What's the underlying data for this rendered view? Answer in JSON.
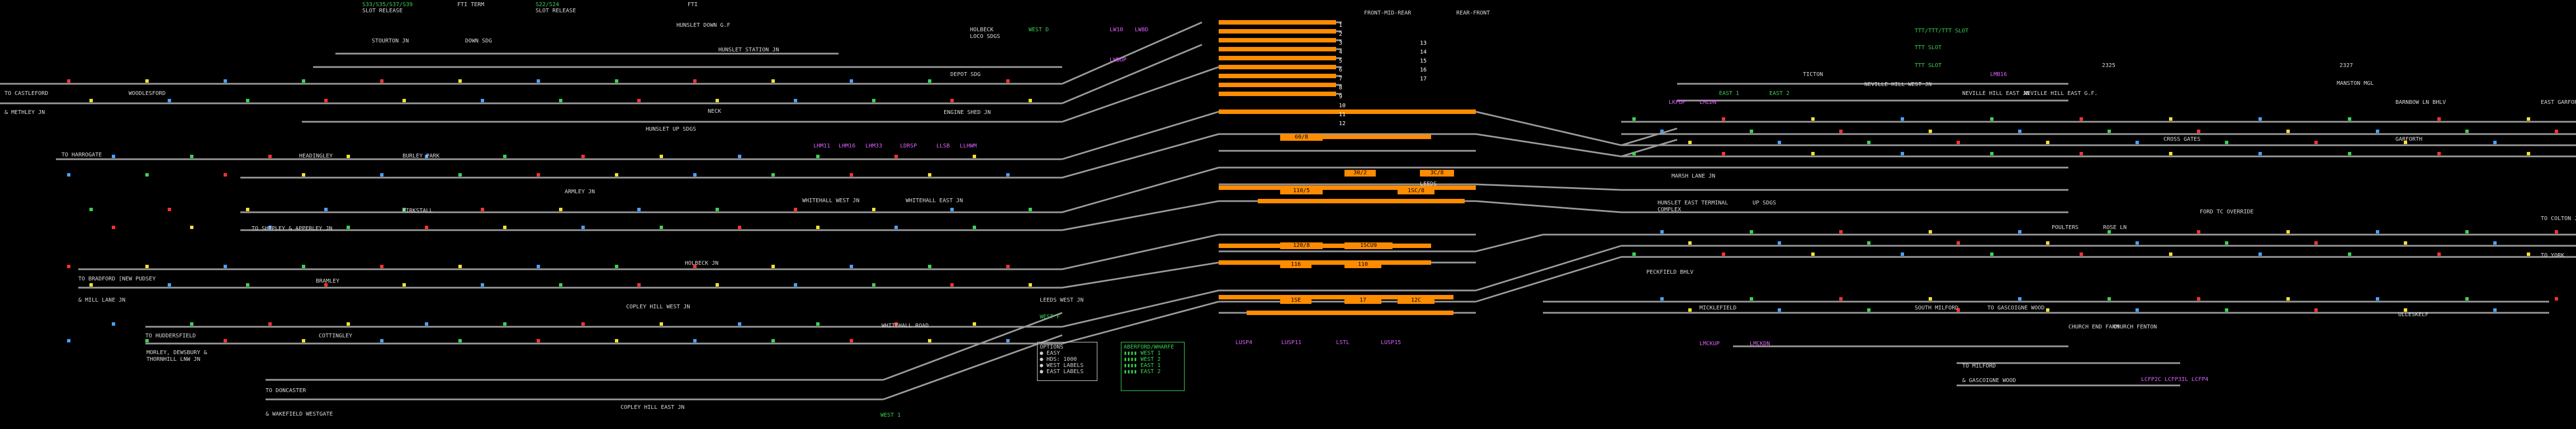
{
  "colors": {
    "background": "#000000",
    "track": "#9a9a9a",
    "occupied": "#ff8c00",
    "route_green": "#39d353",
    "signal_red": "#ff3030",
    "signal_yellow": "#ffe030",
    "marker_blue": "#4aa0ff",
    "control_magenta": "#e060ff",
    "label": "#d8d8d8"
  },
  "header": {
    "slot_release_codes": "S33/S35/S37/S39",
    "slot_release": "SLOT RELEASE",
    "fti_term": "FTI TERM",
    "slot_codes_2": "S22/S24",
    "slot_release_2": "SLOT RELEASE",
    "fti": "FTI",
    "holbeck_loco_sdgs": "HOLBECK LOCO SDGS",
    "west_d": "WEST D",
    "front_mid_rear": "FRONT-MID-REAR",
    "rear_front": "REAR-FRONT",
    "ttt_slot": "TTT/TTT/TTT SLOT",
    "ttt_slot2": "TTT SLOT",
    "ttt_slot3": "TTT SLOT"
  },
  "locations": [
    {
      "id": "stourton-jn",
      "text": "STOURTON JN"
    },
    {
      "id": "down-sdg",
      "text": "DOWN SDG"
    },
    {
      "id": "hunslet-down",
      "text": "HUNSLET DOWN G.F"
    },
    {
      "id": "hunslet-station-jn",
      "text": "HUNSLET STATION JN"
    },
    {
      "id": "to-castleford",
      "text": "TO CASTLEFORD"
    },
    {
      "id": "woodlesford",
      "text": "WOODLESFORD"
    },
    {
      "id": "methley-jn",
      "text": "& METHLEY JN"
    },
    {
      "id": "neck",
      "text": "NECK"
    },
    {
      "id": "hunslet-up-sdgs",
      "text": "HUNSLET UP SDGS"
    },
    {
      "id": "engine-shed-jn",
      "text": "ENGINE SHED JN"
    },
    {
      "id": "depot-sdg",
      "text": "DEPOT SDG"
    },
    {
      "id": "to-harrogate",
      "text": "TO HARROGATE"
    },
    {
      "id": "headingley",
      "text": "HEADINGLEY"
    },
    {
      "id": "burley-park",
      "text": "BURLEY PARK"
    },
    {
      "id": "kirkstall",
      "text": "KIRKSTALL"
    },
    {
      "id": "armley-jn",
      "text": "ARMLEY JN"
    },
    {
      "id": "whitehall-west-jn",
      "text": "WHITEHALL WEST JN"
    },
    {
      "id": "whitehall-east-jn",
      "text": "WHITEHALL EAST JN"
    },
    {
      "id": "to-shipley",
      "text": "TO SHIPLEY & APPERLEY JN"
    },
    {
      "id": "to-bradford",
      "text": "TO BRADFORD [NEW PUDSEY"
    },
    {
      "id": "bramley",
      "text": "BRAMLEY"
    },
    {
      "id": "holbeck-jn",
      "text": "HOLBECK JN"
    },
    {
      "id": "copley-hill-west-jn",
      "text": "COPLEY HILL WEST JN"
    },
    {
      "id": "mill-lane-jn",
      "text": "& MILL LANE JN"
    },
    {
      "id": "to-huddersfield",
      "text": "TO HUDDERSFIELD"
    },
    {
      "id": "cottingley",
      "text": "COTTINGLEY"
    },
    {
      "id": "morley",
      "text": "MORLEY, DEWSBURY & THORNHILL LNW JN"
    },
    {
      "id": "to-doncaster",
      "text": "TO DONCASTER"
    },
    {
      "id": "wakefield",
      "text": "& WAKEFIELD WESTGATE"
    },
    {
      "id": "copley-hill-east-jn",
      "text": "COPLEY HILL EAST JN"
    },
    {
      "id": "whitehall-road",
      "text": "WHITEHALL ROAD"
    },
    {
      "id": "leeds-west-jn",
      "text": "LEEDS WEST JN"
    },
    {
      "id": "leeds",
      "text": "LEEDS"
    },
    {
      "id": "neville-hill-west-jn",
      "text": "NEVILLE HILL WEST JN"
    },
    {
      "id": "neville-hill-east-jn",
      "text": "NEVILLE HILL EAST JN"
    },
    {
      "id": "neville-hill-east-gf",
      "text": "NEVILLE HILL EAST G.F."
    },
    {
      "id": "marsh-lane-jn",
      "text": "MARSH LANE JN"
    },
    {
      "id": "hunslet-east",
      "text": "HUNSLET EAST TERMINAL COMPLEX"
    },
    {
      "id": "up-sdgs",
      "text": "UP SDGS"
    },
    {
      "id": "cross-gates",
      "text": "CROSS GATES"
    },
    {
      "id": "garforth",
      "text": "GARFORTH"
    },
    {
      "id": "manston-mgl",
      "text": "MANSTON MGL"
    },
    {
      "id": "barnbow-ln",
      "text": "BARNBOW LN BHLV"
    },
    {
      "id": "east-garforth",
      "text": "EAST GARFORTH"
    },
    {
      "id": "peckfield-bhlv",
      "text": "PECKFIELD BHLV"
    },
    {
      "id": "micklefield",
      "text": "MICKLEFIELD"
    },
    {
      "id": "south-milford",
      "text": "SOUTH MILFORD"
    },
    {
      "id": "to-gascoigne",
      "text": "TO GASCOIGNE WOOD"
    },
    {
      "id": "to-milford",
      "text": "TO MILFORD"
    },
    {
      "id": "gascoigne-wood",
      "text": "& GASCOIGNE WOOD"
    },
    {
      "id": "church-fenton",
      "text": "CHURCH FENTON"
    },
    {
      "id": "to-colton",
      "text": "TO COLTON JNS"
    },
    {
      "id": "to-york",
      "text": "TO YORK"
    },
    {
      "id": "poulters",
      "text": "POULTERS"
    },
    {
      "id": "rose-ln",
      "text": "ROSE LN"
    },
    {
      "id": "ford-tc-override",
      "text": "FORD TC OVERRIDE"
    },
    {
      "id": "church-end-farm",
      "text": "CHURCH END FARM"
    },
    {
      "id": "ulleskelf",
      "text": "ULLESKELF"
    }
  ],
  "platforms": [
    "1",
    "2",
    "3",
    "4",
    "5",
    "6",
    "7",
    "8",
    "9",
    "10",
    "11",
    "12",
    "13",
    "14",
    "15",
    "16",
    "17"
  ],
  "control_buttons": [
    {
      "id": "lhm11",
      "text": "LHM11"
    },
    {
      "id": "lhm16",
      "text": "LHM16"
    },
    {
      "id": "lhm33",
      "text": "LHM33"
    },
    {
      "id": "ldrsp",
      "text": "LDRSP"
    },
    {
      "id": "llsb",
      "text": "LLSB"
    },
    {
      "id": "llhwm",
      "text": "LLHWM"
    },
    {
      "id": "lw10",
      "text": "LW10"
    },
    {
      "id": "lw8d",
      "text": "LW8D"
    },
    {
      "id": "lwbup",
      "text": "LWBUP"
    },
    {
      "id": "lmb16",
      "text": "LMB16"
    },
    {
      "id": "lusp4",
      "text": "LUSP4"
    },
    {
      "id": "lusp11",
      "text": "LUSP11"
    },
    {
      "id": "lstl",
      "text": "LSTL"
    },
    {
      "id": "lusp15",
      "text": "LUSP15"
    },
    {
      "id": "lmckup",
      "text": "LMCKUP"
    },
    {
      "id": "lmckdn",
      "text": "LMCKDN"
    },
    {
      "id": "lcfp2c",
      "text": "LCFP2C LCFP3IL LCFP4"
    },
    {
      "id": "lkpup",
      "text": "LKPUP"
    },
    {
      "id": "lmldn",
      "text": "LMLDN"
    }
  ],
  "legend": {
    "title": "OPTIONS",
    "items": [
      "EASY",
      "HDS: 1000",
      "WEST LABELS",
      "EAST LABELS"
    ]
  },
  "aspects": {
    "title": "ABERFORD/WHARFE",
    "items": [
      "WEST 1",
      "WEST 2",
      "EAST 1",
      "EAST 2"
    ]
  },
  "berths": [
    {
      "id": "b1",
      "text": "60/8"
    },
    {
      "id": "b2",
      "text": "30/2"
    },
    {
      "id": "b3",
      "text": "3C/8"
    },
    {
      "id": "b4",
      "text": "110/5"
    },
    {
      "id": "b5",
      "text": "1SC/8"
    },
    {
      "id": "b6",
      "text": "120/8"
    },
    {
      "id": "b7",
      "text": "1SCU9"
    },
    {
      "id": "b8",
      "text": "116"
    },
    {
      "id": "b9",
      "text": "110"
    },
    {
      "id": "b10",
      "text": "1SE"
    },
    {
      "id": "b11",
      "text": "17"
    },
    {
      "id": "b12",
      "text": "12C"
    }
  ],
  "misc": {
    "west_1": "WEST 1",
    "west_f": "WEST F",
    "east_1": "EAST 1",
    "east_2": "EAST 2",
    "ticton": "TICTON",
    "lmbcrs": "2327",
    "lmb_gf": "2325"
  }
}
